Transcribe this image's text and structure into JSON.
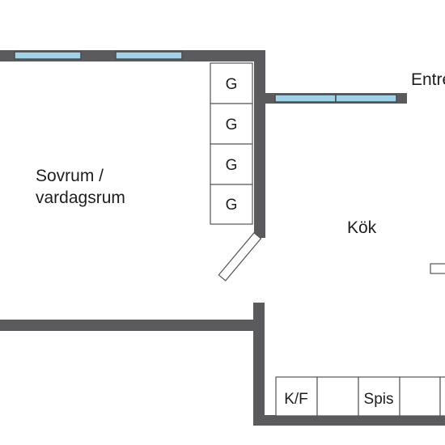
{
  "rooms": {
    "bedroom_living_line1": "Sovrum /",
    "bedroom_living_line2": "vardagsrum",
    "kitchen": "Kök",
    "entrance": "Entré"
  },
  "wardrobes": {
    "label": "G",
    "count": 4
  },
  "kitchen_counter": {
    "fridge_freezer": "K/F",
    "stove": "Spis"
  },
  "colors": {
    "wall": "#5b5b5d",
    "window": "#9fd3ea",
    "background": "#ffffff"
  }
}
